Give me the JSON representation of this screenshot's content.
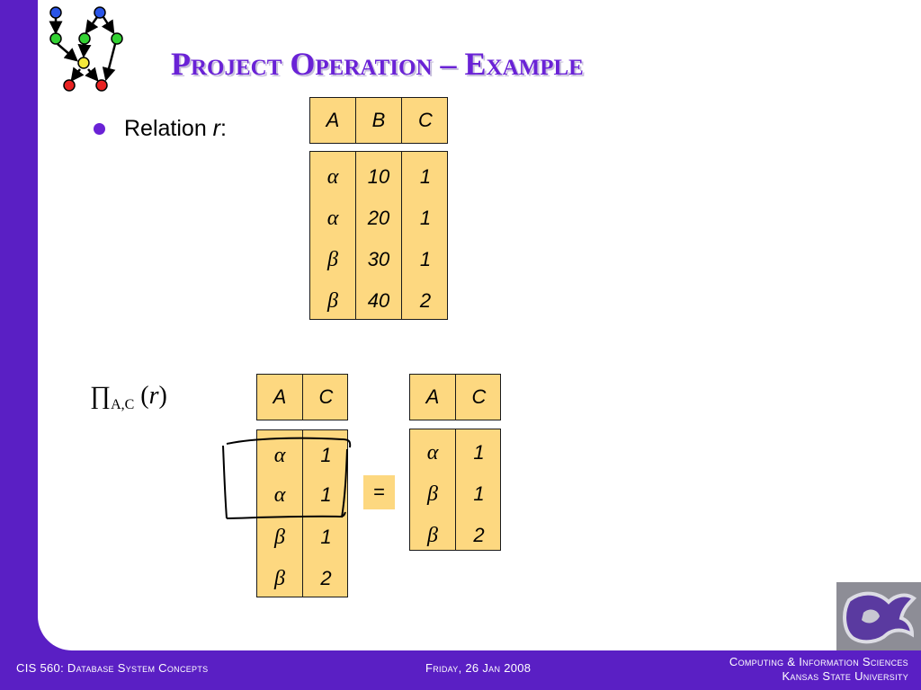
{
  "slide": {
    "title": "Project Operation – Example",
    "bullet": {
      "label": "Relation ",
      "var": "r",
      "suffix": ":"
    },
    "projection": {
      "symbol": "∏",
      "subscript": "A,C",
      "open": " (",
      "var": "r",
      "close": ")"
    },
    "equals": "="
  },
  "relation_r": {
    "headers": [
      "A",
      "B",
      "C"
    ],
    "rows": [
      [
        "α",
        "10",
        "1"
      ],
      [
        "α",
        "20",
        "1"
      ],
      [
        "β",
        "30",
        "1"
      ],
      [
        "β",
        "40",
        "2"
      ]
    ]
  },
  "projected_raw": {
    "headers": [
      "A",
      "C"
    ],
    "rows": [
      [
        "α",
        "1"
      ],
      [
        "α",
        "1"
      ],
      [
        "β",
        "1"
      ],
      [
        "β",
        "2"
      ]
    ]
  },
  "projected_result": {
    "headers": [
      "A",
      "C"
    ],
    "rows": [
      [
        "α",
        "1"
      ],
      [
        "β",
        "1"
      ],
      [
        "β",
        "2"
      ]
    ]
  },
  "footer": {
    "left": "CIS 560: Database System Concepts",
    "center": "Friday, 26 Jan 2008",
    "right_line1": "Computing & Information Sciences",
    "right_line2": "Kansas State University"
  },
  "colors": {
    "brand": "#5a1fc4",
    "title": "#6a22d6",
    "table_fill": "#fdd880"
  },
  "icons": {
    "logo": "graph-network-icon",
    "bullet": "bullet-dot-icon",
    "ksu": "wildcat-logo-icon"
  }
}
